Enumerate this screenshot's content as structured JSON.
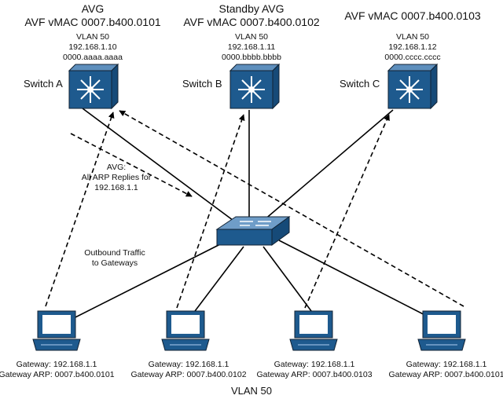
{
  "switches": [
    {
      "role": "AVG",
      "vmac": "AVF vMAC 0007.b400.0101",
      "vlan": "VLAN 50",
      "ip": "192.168.1.10",
      "mac": "0000.aaaa.aaaa",
      "name": "Switch A"
    },
    {
      "role": "Standby AVG",
      "vmac": "AVF vMAC 0007.b400.0102",
      "vlan": "VLAN 50",
      "ip": "192.168.1.11",
      "mac": "0000.bbbb.bbbb",
      "name": "Switch B"
    },
    {
      "role": "",
      "vmac": "AVF vMAC 0007.b400.0103",
      "vlan": "VLAN 50",
      "ip": "192.168.1.12",
      "mac": "0000.cccc.cccc",
      "name": "Switch C"
    }
  ],
  "annotations": {
    "arp_line1": "AVG:",
    "arp_line2": "All ARP Replies for",
    "arp_line3": "192.168.1.1",
    "outbound_line1": "Outbound Traffic",
    "outbound_line2": "to Gateways"
  },
  "hosts": [
    {
      "gateway": "Gateway: 192.168.1.1",
      "arp": "Gateway ARP: 0007.b400.0101"
    },
    {
      "gateway": "Gateway: 192.168.1.1",
      "arp": "Gateway ARP: 0007.b400.0102"
    },
    {
      "gateway": "Gateway: 192.168.1.1",
      "arp": "Gateway ARP: 0007.b400.0103"
    },
    {
      "gateway": "Gateway: 192.168.1.1",
      "arp": "Gateway ARP: 0007.b400.0101"
    }
  ],
  "footer": {
    "vlan": "VLAN 50"
  },
  "colors": {
    "device": "#1e5a8e",
    "device_light": "#3f7ab0",
    "line": "#000000"
  }
}
